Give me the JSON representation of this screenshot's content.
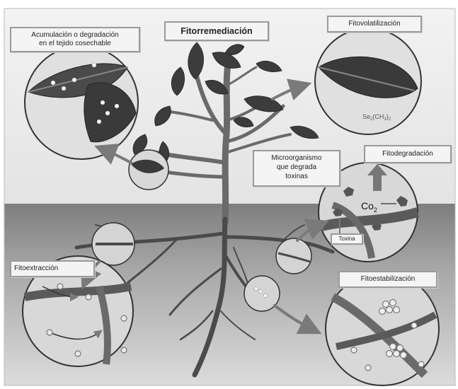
{
  "title": "Fitorremediación",
  "labels": {
    "acumulacion_line1": "Acumulación o degradación",
    "acumulacion_line2": "en el tejido cosechable",
    "fitovolatilizacion": "Fitovolatilización",
    "microorganismo_line1": "Microorganismo",
    "microorganismo_line2": "que degrada",
    "microorganismo_line3": "toxinas",
    "fitodegradacion": "Fitodegradación",
    "fitoextraccion": "Fitoextracción",
    "fitoestabilizacion": "Fitoestabilización",
    "toxina": "Toxina",
    "co2": "Co",
    "co2_sub": "2",
    "se_formula": "Se",
    "se_sub1": "2",
    "se_mid": "(CH",
    "se_sub2": "3",
    "se_end": ")",
    "se_sub3": "2"
  },
  "colors": {
    "soil_dark": "#8c8c8c",
    "soil_light": "#c9c9c9",
    "sky": "#e6e6e6",
    "circle_fill": "#d8d8d8",
    "stem": "#6e6e6e",
    "leaf": "#3a3a3a",
    "arrow": "#7a7a7a"
  }
}
